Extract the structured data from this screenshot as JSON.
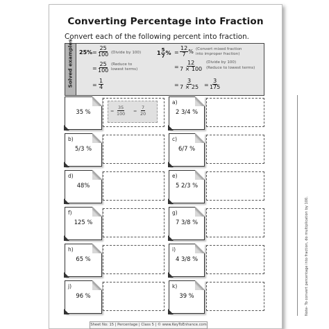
{
  "title": "Converting Percentage into Fraction",
  "subtitle": "Convert each of the following percent into fraction.",
  "examples": {
    "label": "Solved examples",
    "ex1": {
      "lhs": "25%",
      "eq": "=",
      "f1n": "25",
      "f1d": "100",
      "note1": "(Divide by 100)",
      "f2n": "25",
      "f2d": "100",
      "note2a": "(Reduce to",
      "note2b": "lowest terms)",
      "f3n": "1",
      "f3d": "4"
    },
    "ex2": {
      "lhs_whole": "1",
      "lhs_n": "5",
      "lhs_d": "7",
      "lhs_pct": "%",
      "f1n": "12",
      "f1d": "7",
      "f1pct": "%",
      "note1a": "(Convert mixed fraction",
      "note1b": "into improper fraction)",
      "f2n": "12",
      "f2d": "7 × 100",
      "note2": "(Divide by 100)",
      "note3": "(Reduce to lowest terms)",
      "f3n": "3",
      "f3d": "7 × 25",
      "f4n": "3",
      "f4d": "175"
    }
  },
  "rows": [
    {
      "left": {
        "letter": "",
        "value": "35 %"
      },
      "right": {
        "letter": "a)",
        "value": "2 3/4 %"
      }
    },
    {
      "left": {
        "letter": "b)",
        "value": "5/3 %"
      },
      "right": {
        "letter": "c)",
        "value": "6/7 %"
      }
    },
    {
      "left": {
        "letter": "d)",
        "value": "48%"
      },
      "right": {
        "letter": "e)",
        "value": "5 2/3 %"
      }
    },
    {
      "left": {
        "letter": "f)",
        "value": "125 %"
      },
      "right": {
        "letter": "g)",
        "value": "7 3/8 %"
      }
    },
    {
      "left": {
        "letter": "h)",
        "value": "65 %"
      },
      "right": {
        "letter": "i)",
        "value": "4 3/8 %"
      }
    },
    {
      "left": {
        "letter": "j)",
        "value": "96 %"
      },
      "right": {
        "letter": "k)",
        "value": "39 %"
      }
    }
  ],
  "first_row_example": {
    "eq1": "=",
    "n1": "35",
    "d1": "100",
    "eq2": "=",
    "n2": "7",
    "d2": "20"
  },
  "side_note": "Note- To convert percentage into fraction, do multiplication by 100.",
  "footer": "Sheet No: 15 | Percentage | Class 5 | © www.KeyToEnhance.com"
}
